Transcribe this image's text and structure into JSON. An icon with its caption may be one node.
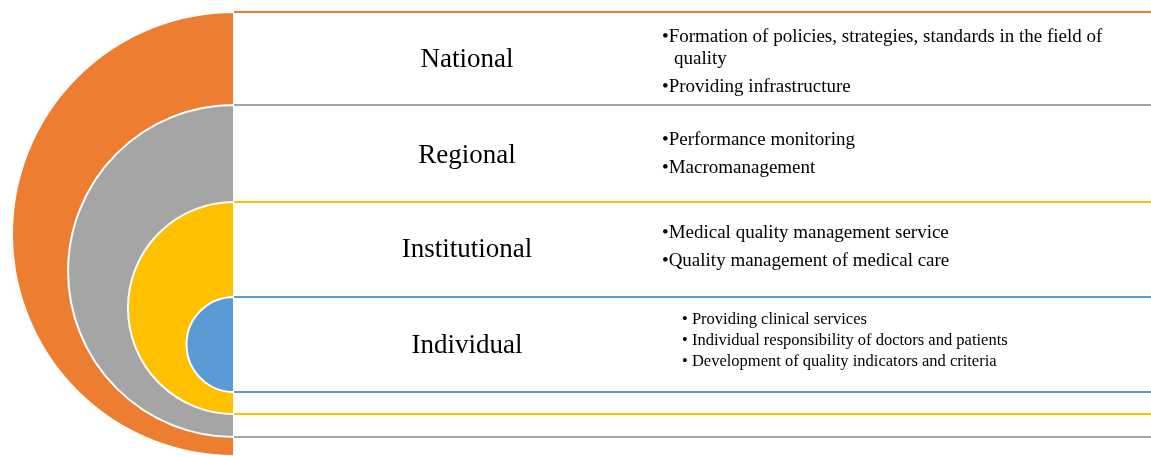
{
  "diagram": {
    "nodes": [
      {
        "text": [
          "National",
          "•Formation of policies, strategies, standards in the field of quality",
          "•Providing infrastructure"
        ]
      },
      {
        "text": [
          "Regional",
          "•Performance monitoring",
          "•Macromanagement"
        ]
      },
      {
        "text": [
          "Institutional",
          "•Medical quality management service",
          "•Quality management of medical care"
        ]
      },
      {
        "text": [
          "Individual",
          "• Providing clinical services",
          "• Individual responsibility of doctors and patients",
          "• Development of quality indicators and criteria"
        ]
      }
    ]
  }
}
